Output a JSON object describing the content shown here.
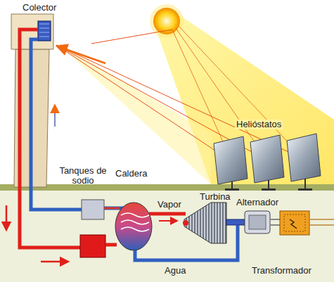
{
  "diagram": {
    "labels": [
      "Colector",
      "Helióstatos",
      "Tanques de sodio",
      "Caldera",
      "Vapor",
      "Turbina",
      "Alternador",
      "Agua",
      "Transformador"
    ]
  }
}
